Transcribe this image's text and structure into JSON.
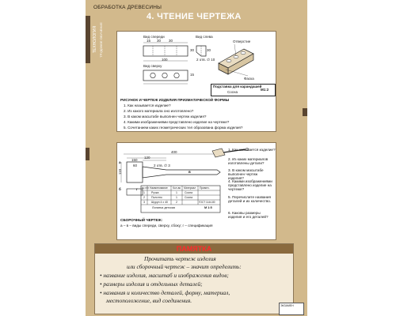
{
  "header": {
    "topic": "ОБРАБОТКА ДРЕВЕСИНЫ",
    "title": "4. ЧТЕНИЕ ЧЕРТЕЖА",
    "side_label_1": "ТЕХНОЛОГИЯ",
    "side_label_2": "ТРУДОВОЕ ОБУЧЕНИЕ"
  },
  "drawing1": {
    "view_front": "Вид спереди",
    "view_left": "Вид слева",
    "view_top": "Вид сверху",
    "hole": "Отверстие",
    "chamfer": "Фаска",
    "dims": [
      "15",
      "30",
      "30",
      "100",
      "30",
      "15",
      "30",
      "2 отв. ∅ 10"
    ],
    "stamp_name": "Подставка для карандашей",
    "stamp_material": "Сосна",
    "stamp_scale": "М1:2",
    "caption": "РИСУНОК И ЧЕРТЕЖ ИЗДЕЛИЯ ПРИЗМАТИЧЕСКОЙ ФОРМЫ",
    "questions": [
      "1. Как называется изделие?",
      "2. Из какого материала оно изготовлено?",
      "3. В каком масштабе выполнен чертеж изделия?",
      "4. Какими изображениями представлено изделие на чертеже?",
      "5. Сочетанием каких геометрических тел образована форма изделия?"
    ]
  },
  "drawing2": {
    "dims": [
      "400",
      "120",
      "150",
      "60",
      "110",
      "2 отв. ∅ 3"
    ],
    "letters": [
      "а",
      "б",
      "в",
      "г"
    ],
    "table_headers": [
      "№ п/п",
      "Наименование",
      "Кол-во",
      "Материал",
      "Примеч."
    ],
    "table_rows": [
      [
        "1",
        "Ручка",
        "1",
        "Сосна",
        ""
      ],
      [
        "2",
        "Полотно",
        "1",
        "Сосна",
        ""
      ],
      [
        "3",
        "Шуруп 4 x 40",
        "2",
        "",
        "ГОСТ 1144-80"
      ]
    ],
    "stamp_name": "Лопатка детская",
    "stamp_scale": "М 1:5",
    "caption_title": "СБОРОЧНЫЙ ЧЕРТЕЖ:",
    "caption_text": "а – в – виды спереди, сверху, сбоку; г – спецификация",
    "questions": [
      "1. Как называется изделие?",
      "2. Из каких материалов изготовлены детали?",
      "3. В каком масштабе выполнен чертеж изделия?",
      "4. Какими изображениями представлено изделие на чертеже?",
      "5. Перечислите названия деталей и их количество.",
      "6. Каковы размеры изделия и его деталей?"
    ]
  },
  "memo": {
    "title": "ПАМЯТКА",
    "intro_1": "Прочитать чертеж изделия",
    "intro_2": "или сборочный чертеж – значит определить:",
    "bullets": [
      "• название изделия, масштаб и изображения видов;",
      "• размеры изделия и отдельных деталей;",
      "• названия и количество деталей, форму, материал,",
      "местоположение, вид соединения."
    ]
  },
  "footer": {
    "publisher": "ЭКЗАМЕН"
  },
  "colors": {
    "poster_bg": "#d2b98c",
    "frame_brown": "#5a4530",
    "memo_title_red": "#ff2a2a"
  }
}
